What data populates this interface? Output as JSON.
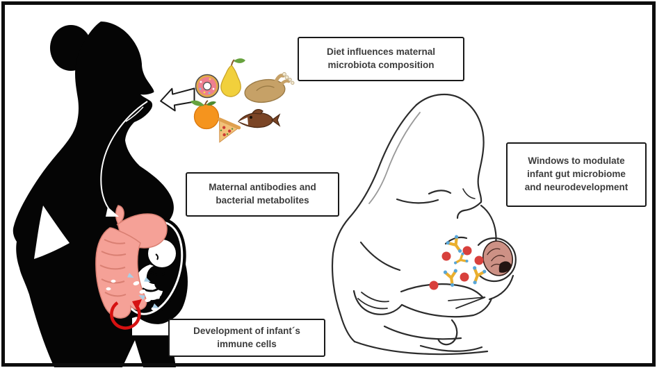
{
  "figure_boxes": {
    "diet": {
      "text": "Diet influences maternal\nmicrobiota composition"
    },
    "maternal": {
      "text": "Maternal antibodies and\nbacterial metabolites"
    },
    "immune": {
      "text": "Development of infant´s\nimmune cells"
    },
    "windows": {
      "text": "Windows to modulate\ninfant gut microbiome\nand neurodevelopment"
    }
  },
  "illustration": {
    "left_figure": "pregnant-woman-silhouette-with-digestive-tract-and-fetus",
    "right_figure": "breastfeeding-mother-outline-with-infant-brain",
    "foods": [
      "donut",
      "pear",
      "roast-chicken",
      "orange",
      "fish",
      "pizza-slice"
    ],
    "icons": [
      "mouth-arrow-icon",
      "esophagus-arrow-icon",
      "red-cycle-arrow-icon",
      "antibody-icon",
      "metabolite-dot",
      "microbe-transfer-arrows"
    ],
    "molecules": {
      "antibody_count": 4,
      "metabolite_count": 5
    },
    "colors": {
      "silhouette": "#050505",
      "gi_tract": "#f5a197",
      "gi_outline": "#d97f72",
      "womb_ring": "#ffffff",
      "cycle_arrow": "#d61111",
      "antibody": "#eaaf2e",
      "antibody_tip": "#58a6d8",
      "metabolite": "#d8403c",
      "brain": "#cd9185",
      "figure_outline": "#2b2b2b",
      "box_border": "#191919",
      "box_text": "#3c3c3c",
      "frame": "#0d0d0d",
      "transfer_arrow": "#a9cfe6"
    }
  }
}
